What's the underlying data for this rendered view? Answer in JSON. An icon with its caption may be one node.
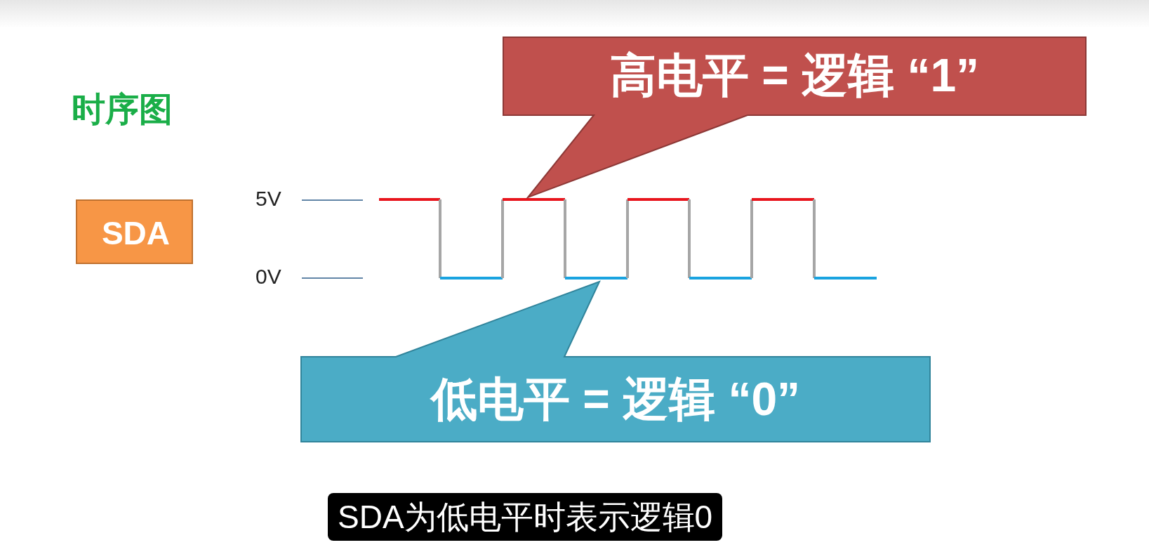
{
  "diagram": {
    "title": "时序图",
    "caption": "SDA为低电平时表示逻辑0",
    "nodes": [
      {
        "text": [
          "SDA"
        ]
      },
      {
        "text": [
          "高电平 = 逻辑 “1”"
        ]
      },
      {
        "text": [
          "低电平 = 逻辑 “0”"
        ]
      }
    ],
    "labels": [
      "5V",
      "0V"
    ]
  }
}
